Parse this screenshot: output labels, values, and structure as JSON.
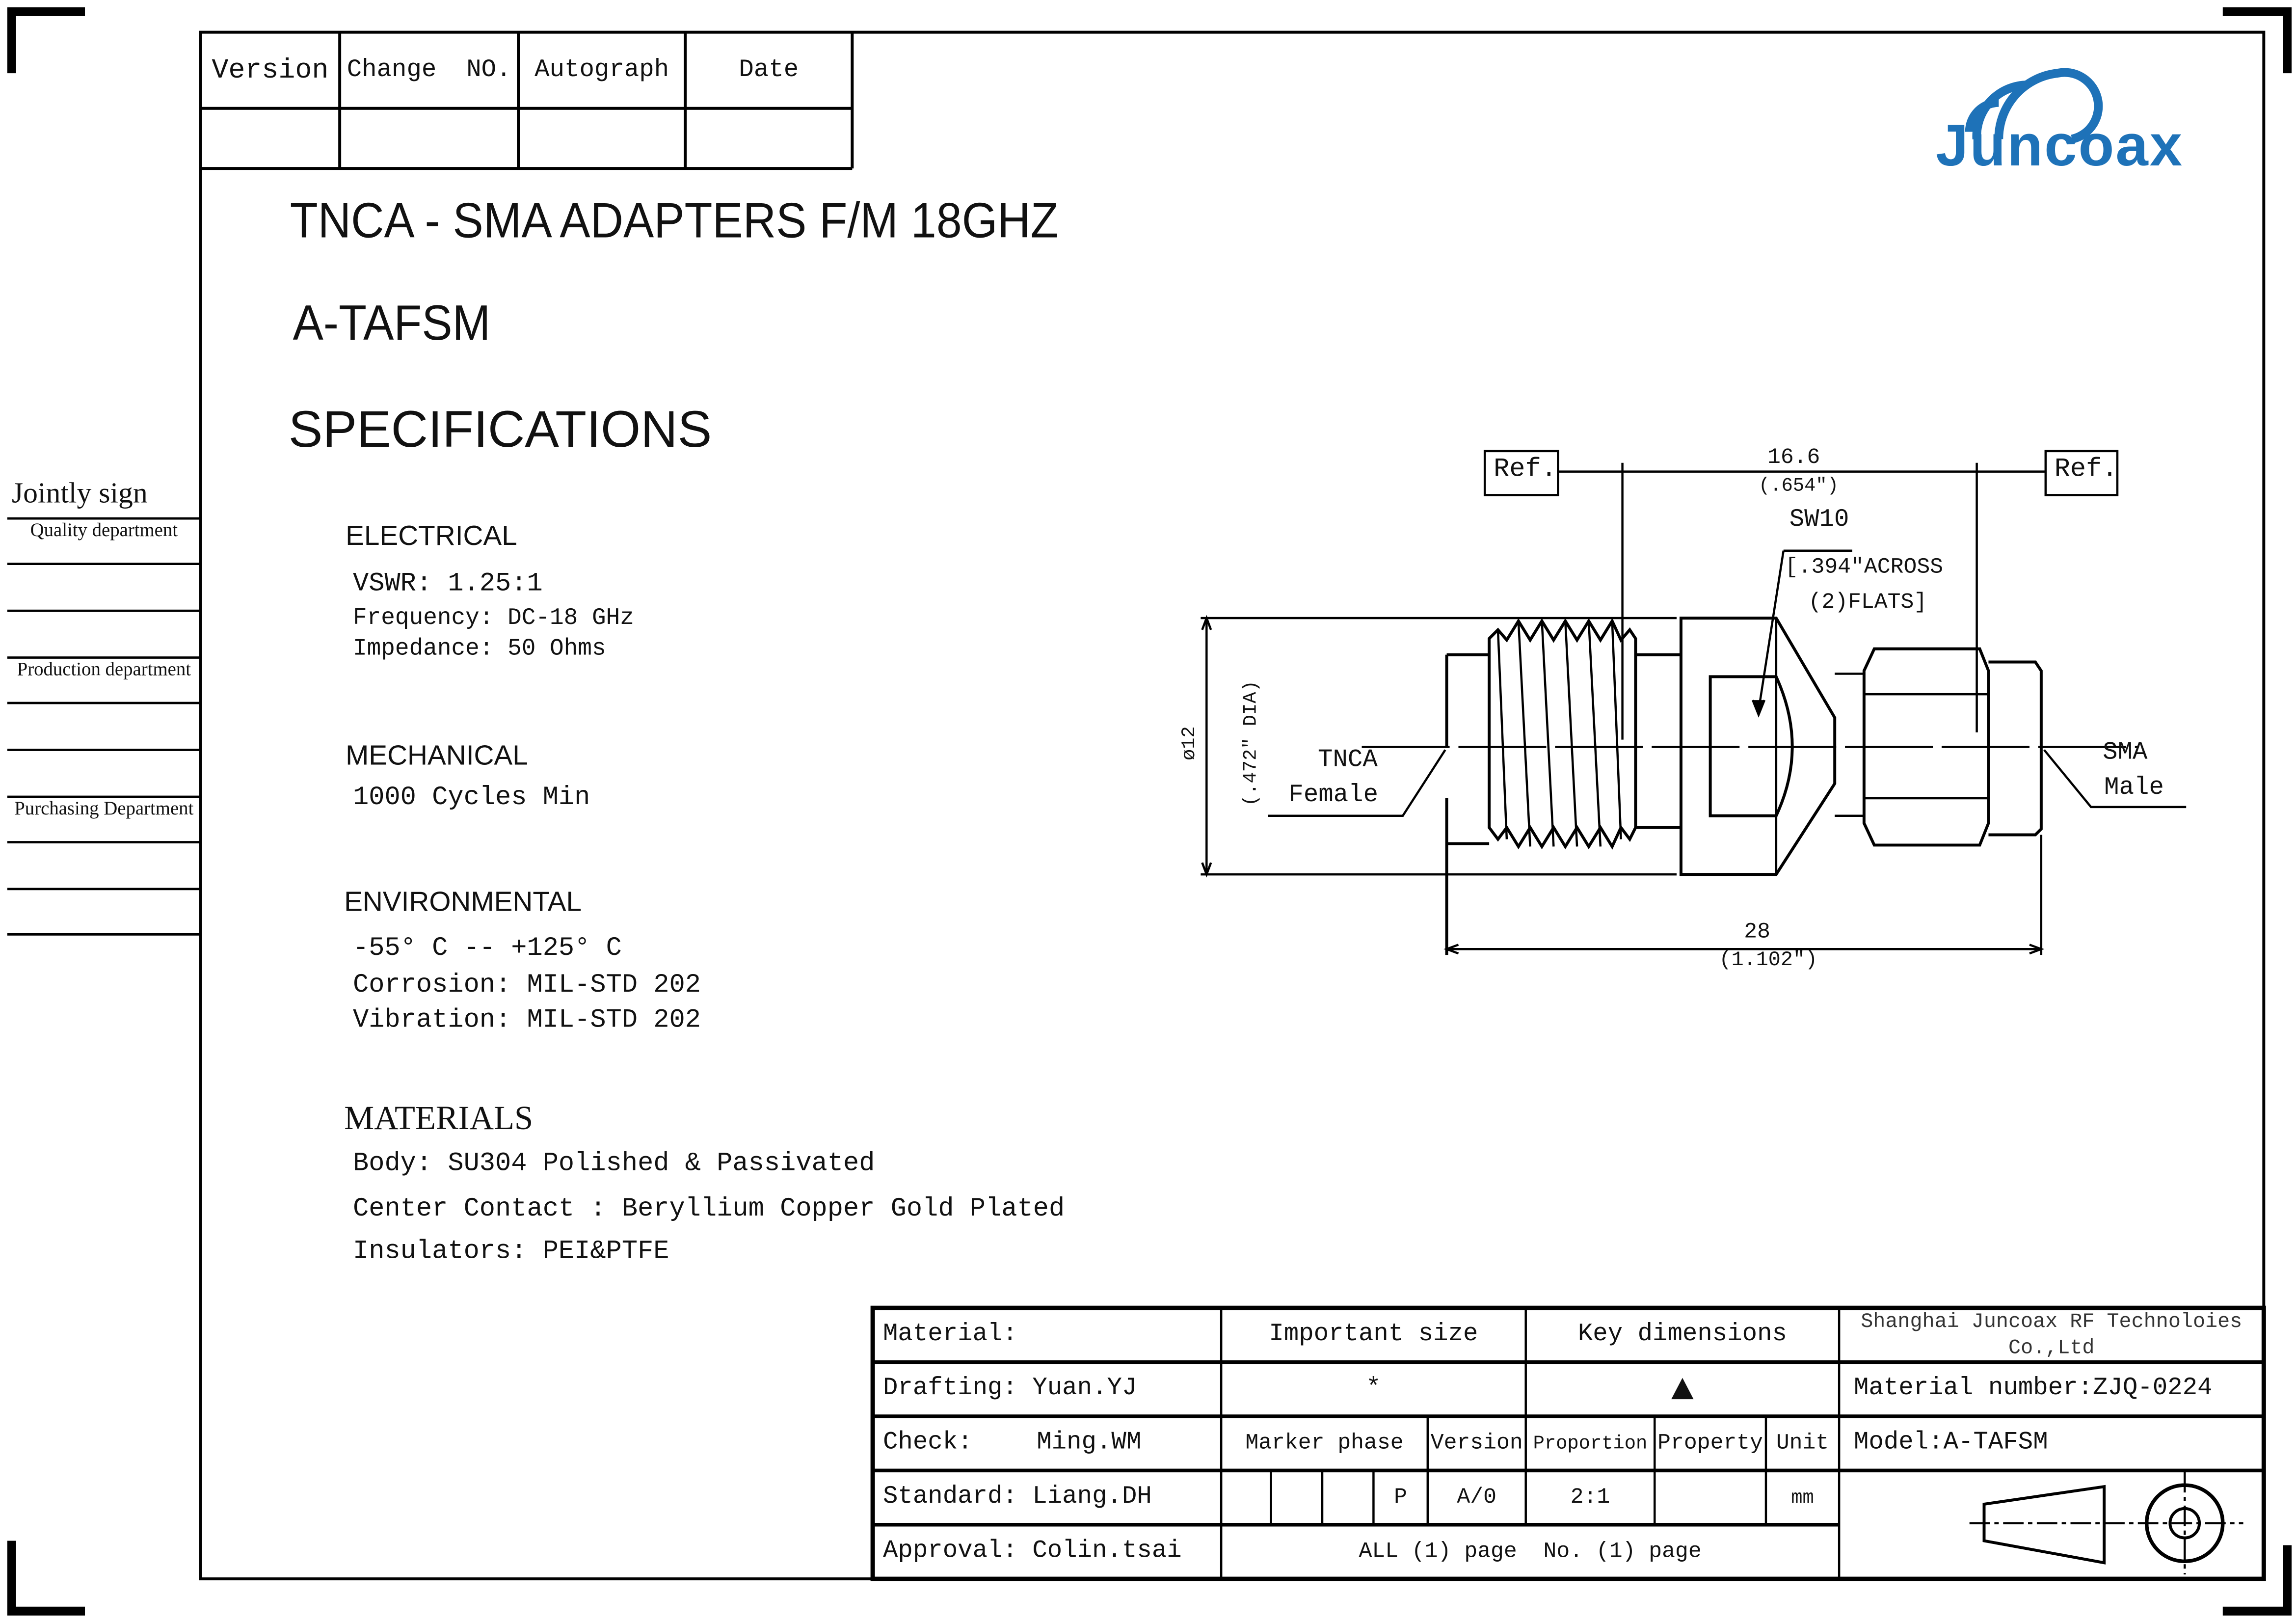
{
  "revision_table": {
    "headers": [
      "Version",
      "Change  NO.",
      "Autograph",
      "Date"
    ]
  },
  "logo": {
    "text": "Juncoax",
    "color": "#1e72b8"
  },
  "title": "TNCA - SMA ADAPTERS  F/M 18GHZ",
  "model": "A-TAFSM",
  "specifications_heading": "SPECIFICATIONS",
  "jointly_sign": {
    "label": "Jointly sign",
    "departments": [
      "Quality department",
      "Production department",
      "Purchasing Department"
    ]
  },
  "specs": {
    "electrical": {
      "heading": "ELECTRICAL",
      "lines": [
        "VSWR:  1.25:1",
        "Frequency: DC-18 GHz",
        "Impedance: 50 Ohms"
      ]
    },
    "mechanical": {
      "heading": "MECHANICAL",
      "lines": [
        "1000 Cycles Min"
      ]
    },
    "environmental": {
      "heading": "ENVIRONMENTAL",
      "lines": [
        "-55° C -- +125° C",
        "Corrosion: MIL-STD 202",
        "Vibration: MIL-STD 202"
      ]
    },
    "materials": {
      "heading": "MATERIALS",
      "lines": [
        "Body: SU304 Polished & Passivated",
        "Center Contact : Beryllium Copper Gold Plated",
        "Insulators: PEI&PTFE"
      ]
    }
  },
  "drawing": {
    "ref_left": "Ref.",
    "ref_right": "Ref.",
    "dim_top": "16.6",
    "dim_top_in": "(.654\")",
    "wrench": "SW10",
    "flats_1": "[.394\"ACROSS",
    "flats_2": "(2)FLATS]",
    "dia_1": "ø12",
    "dia_2": "(.472\" DIA)",
    "left_label_1": "TNCA",
    "left_label_2": "Female",
    "right_label_1": "SMA",
    "right_label_2": "Male",
    "dim_length": "28",
    "dim_length_in": "(1.102\")"
  },
  "title_block": {
    "material": "Material:",
    "drafting": "Drafting: Yuan.YJ",
    "check_label": "Check:",
    "check_name": "Ming.WM",
    "standard": "Standard: Liang.DH",
    "approval": "Approval: Colin.tsai",
    "important_size": "Important size",
    "important_symbol": "*",
    "key_dimensions": "Key dimensions",
    "key_symbol": "▲",
    "company": "Shanghai Juncoax RF Technoloies Co.,Ltd",
    "material_number": "Material number:ZJQ-0224",
    "model": "Model:A-TAFSM",
    "marker_phase": "Marker phase",
    "version": "Version",
    "proportion": "Proportion",
    "property": "Property",
    "unit": "Unit",
    "marker_value": "P",
    "version_value": "A/0",
    "proportion_value": "2:1",
    "unit_value": "mm",
    "pages": "ALL (1) page  No. (1) page"
  }
}
